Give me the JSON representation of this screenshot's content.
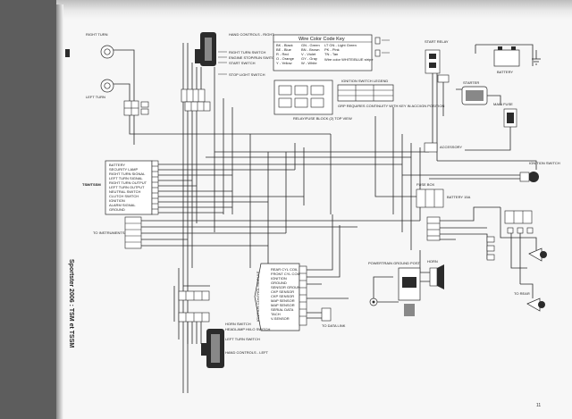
{
  "document": {
    "spine_title": "Sportster 2006 : TSM et TSSM",
    "page_number": "11"
  },
  "wire_color_key": {
    "title": "Wire Color Code Key",
    "entries": [
      "BK - Black",
      "BE - Blue",
      "R - Red",
      "O - Orange",
      "Y - Yellow",
      "GN - Green",
      "BN - Brown",
      "V - Violet",
      "GY - Gray",
      "W - White",
      "LT GN - Light Green",
      "PK - Pink",
      "TN - Tan"
    ],
    "note": "Wire color WHITE/BLUE stripe"
  },
  "labels": {
    "right_turn": "RIGHT TURN",
    "left_turn": "LEFT TURN",
    "hand_controls_right": "HAND CONTROLS - RIGHT",
    "right_turn_switch": "RIGHT TURN SWITCH",
    "engine_stop_run_switch": "ENGINE STOP/RUN SWITCH",
    "start_switch": "START SWITCH",
    "stop_light_switch": "STOP LIGHT SWITCH",
    "tsm_tssm": "TSM/TSSM",
    "to_instruments": "TO INSTRUMENTS",
    "relay_fuse_block": "RELAY/FUSE BLOCK (2) TOP VIEW",
    "ignition_switch_legend": "IGNITION SWITCH LEGEND",
    "ignition_note": "GRP REQUIRES CONTINUITY WITH KEY IN ACC/IGN POSITION",
    "start_relay": "START RELAY",
    "battery": "BATTERY",
    "starter": "STARTER",
    "main_fuse": "MAIN FUSE",
    "ignition_switch": "IGNITION SWITCH",
    "fuse_box": "FUSE BOX",
    "powertrain_ground_post": "POWERTRAIN GROUND POST",
    "horn": "HORN",
    "handlebar_controls_left": "HAND CONTROLS - LEFT",
    "horn_switch": "HORN SWITCH",
    "headlamp_hilo_switch": "HEADLAMP HI/LO SWITCH",
    "left_turn_switch": "LEFT TURN SWITCH",
    "ignition_control_module": "IGNITION CONTROL MODULE",
    "to_data_link": "TO DATA LINK",
    "accessory": "ACCESSORY",
    "battery_fuse": "BATTERY 15A",
    "to_rear": "TO REAR"
  },
  "icm_pins": [
    "REAR CYL COIL",
    "FRONT CYL COIL",
    "IGNITION",
    "GROUND",
    "SENSOR GROUND",
    "CKP SENSOR",
    "CKP SENSOR",
    "MAP SENSOR",
    "MAP SENSOR",
    "SERIAL DATA",
    "TACH",
    "V-SENSOR"
  ],
  "tsm_pins": [
    "BATTERY",
    "SECURITY LAMP",
    "RIGHT TURN SIGNAL",
    "LEFT TURN SIGNAL",
    "RIGHT TURN OUTPUT",
    "LEFT TURN OUTPUT",
    "NEUTRAL SWITCH",
    "CLUTCH SWITCH",
    "IGNITION",
    "ALARM SIGNAL",
    "GROUND"
  ],
  "colors": {
    "paper": "#f7f7f7",
    "ink": "#2a2a2a",
    "background": "#5d5d5d"
  }
}
